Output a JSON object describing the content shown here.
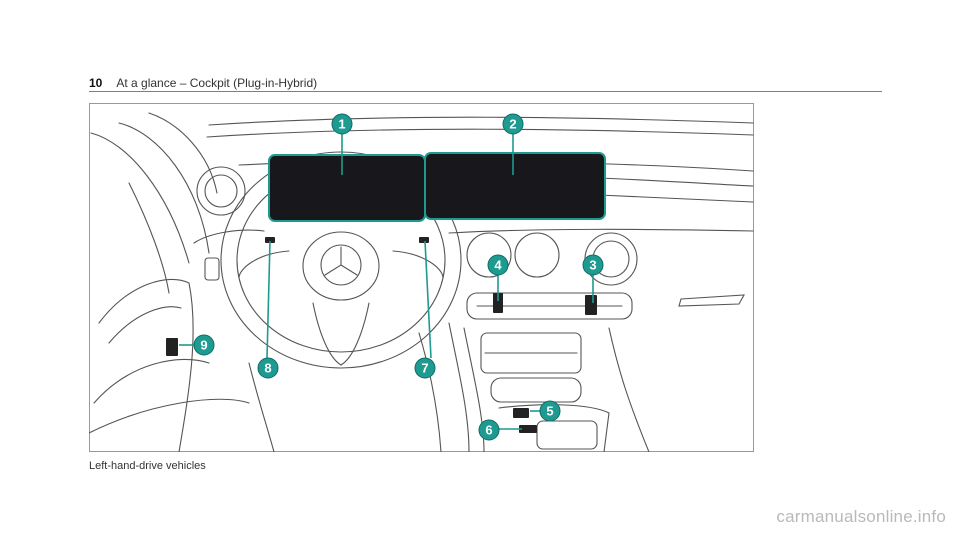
{
  "header": {
    "page_number": "10",
    "title": "At a glance – Cockpit (Plug-in-Hybrid)"
  },
  "figure": {
    "callouts": [
      "1",
      "2",
      "3",
      "4",
      "5",
      "6",
      "7",
      "8",
      "9"
    ],
    "caption": "Left-hand-drive vehicles"
  },
  "watermark": "carmanualsonline.info",
  "colors": {
    "accent": "#2aa39a",
    "callout_fill": "#1e9a90",
    "display_fill": "#17171c",
    "line": "#555555"
  }
}
